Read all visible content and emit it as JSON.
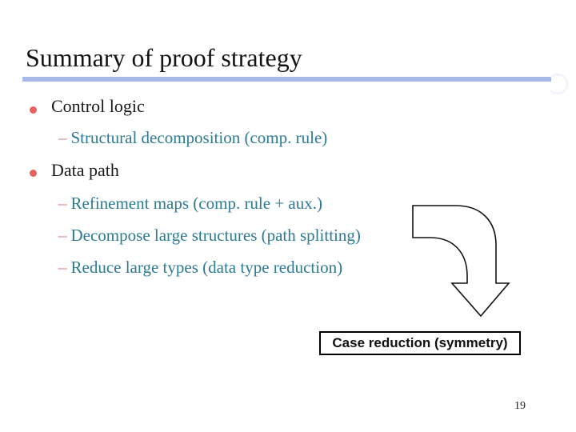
{
  "slide": {
    "title": "Summary of proof strategy",
    "dash": "–",
    "bullets": [
      {
        "type": "main",
        "label": "Control logic"
      },
      {
        "type": "sub",
        "label": "Structural decomposition (comp. rule)"
      },
      {
        "type": "main",
        "label": "Data path"
      },
      {
        "type": "sub",
        "label": "Refinement maps (comp. rule + aux.)"
      },
      {
        "type": "sub",
        "label": "Decompose large structures (path splitting)"
      },
      {
        "type": "sub",
        "label": "Reduce large types (data type reduction)"
      }
    ],
    "callout": {
      "label": "Case reduction (symmetry)"
    },
    "page_number": "19",
    "icons": {
      "arrow": "bent-down-arrow"
    },
    "colors": {
      "title_text": "#121212",
      "underline_bar": "#a7bae9",
      "bullet_dot": "#e8625c",
      "sub_dash": "#cf8585",
      "sub_text": "#2d7a94",
      "main_text": "#1a1a1a",
      "arrow_outline": "#111111",
      "callout_border": "#000000"
    }
  }
}
